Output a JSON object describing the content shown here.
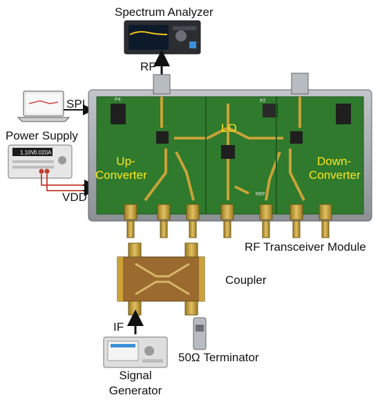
{
  "labels": {
    "spectrum_analyzer": "Spectrum Analyzer",
    "rf": "RF",
    "spi": "SPI",
    "power_supply": "Power Supply",
    "supply_voltage": "1.10V",
    "supply_current": "0.020A",
    "vdd": "VDD",
    "lo": "LO",
    "up_converter_line1": "Up-",
    "up_converter_line2": "Converter",
    "down_converter_line1": "Down-",
    "down_converter_line2": "Converter",
    "rf_transceiver_module": "RF Transceiver Module",
    "coupler": "Coupler",
    "if": "IF",
    "signal_generator_line1": "Signal",
    "signal_generator_line2": "Generator",
    "terminator": "50Ω Terminator",
    "pcb_p4": "P4",
    "pcb_p2": "P2",
    "pcb_ref": "REF"
  },
  "colors": {
    "pcb_green": "#2f7a2c",
    "metal_frame": "#9ea3a8",
    "gold": "#c9a23a",
    "board_label": "#ffe61a",
    "coupler_board": "#9a6a2e"
  }
}
